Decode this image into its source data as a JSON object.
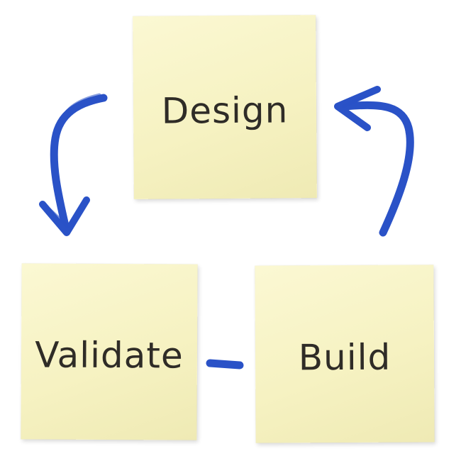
{
  "notes": {
    "design": "Design",
    "validate": "Validate",
    "build": "Build"
  },
  "colors": {
    "note": "#f6f2c2",
    "marker": "#2a52c7",
    "ink": "#2f2c27"
  },
  "icons": [
    "curved-arrow-icon",
    "curved-arrow-icon",
    "dash-icon"
  ]
}
